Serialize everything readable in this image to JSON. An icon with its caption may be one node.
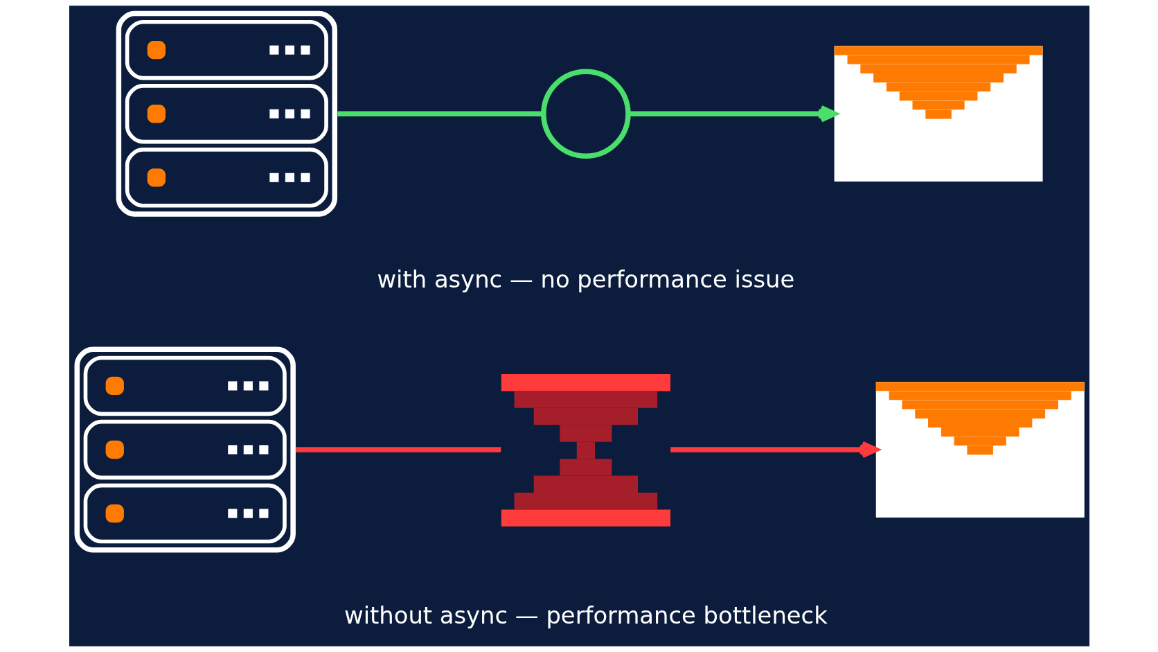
{
  "diagram": {
    "nodes": [
      {
        "text": [],
        "shape": "picture"
      },
      {
        "text": [],
        "shape": "circle"
      },
      {
        "text": [],
        "shape": "picture"
      },
      {
        "text": [],
        "shape": "picture"
      },
      {
        "text": [],
        "shape": "picture"
      },
      {
        "text": [],
        "shape": "picture"
      }
    ],
    "edges": [
      {
        "from": 0,
        "to": 1,
        "arrow": "none",
        "color": "#4ade6a"
      },
      {
        "from": 1,
        "to": 2,
        "arrow": "to",
        "color": "#4ade6a"
      },
      {
        "from": 3,
        "to": 4,
        "arrow": "none",
        "color": "#ff3b3b"
      },
      {
        "from": 4,
        "to": 5,
        "arrow": "to",
        "color": "#ff3b3b"
      }
    ],
    "labels": [
      "with async — no performance issue",
      "without async — performance bottleneck"
    ]
  }
}
